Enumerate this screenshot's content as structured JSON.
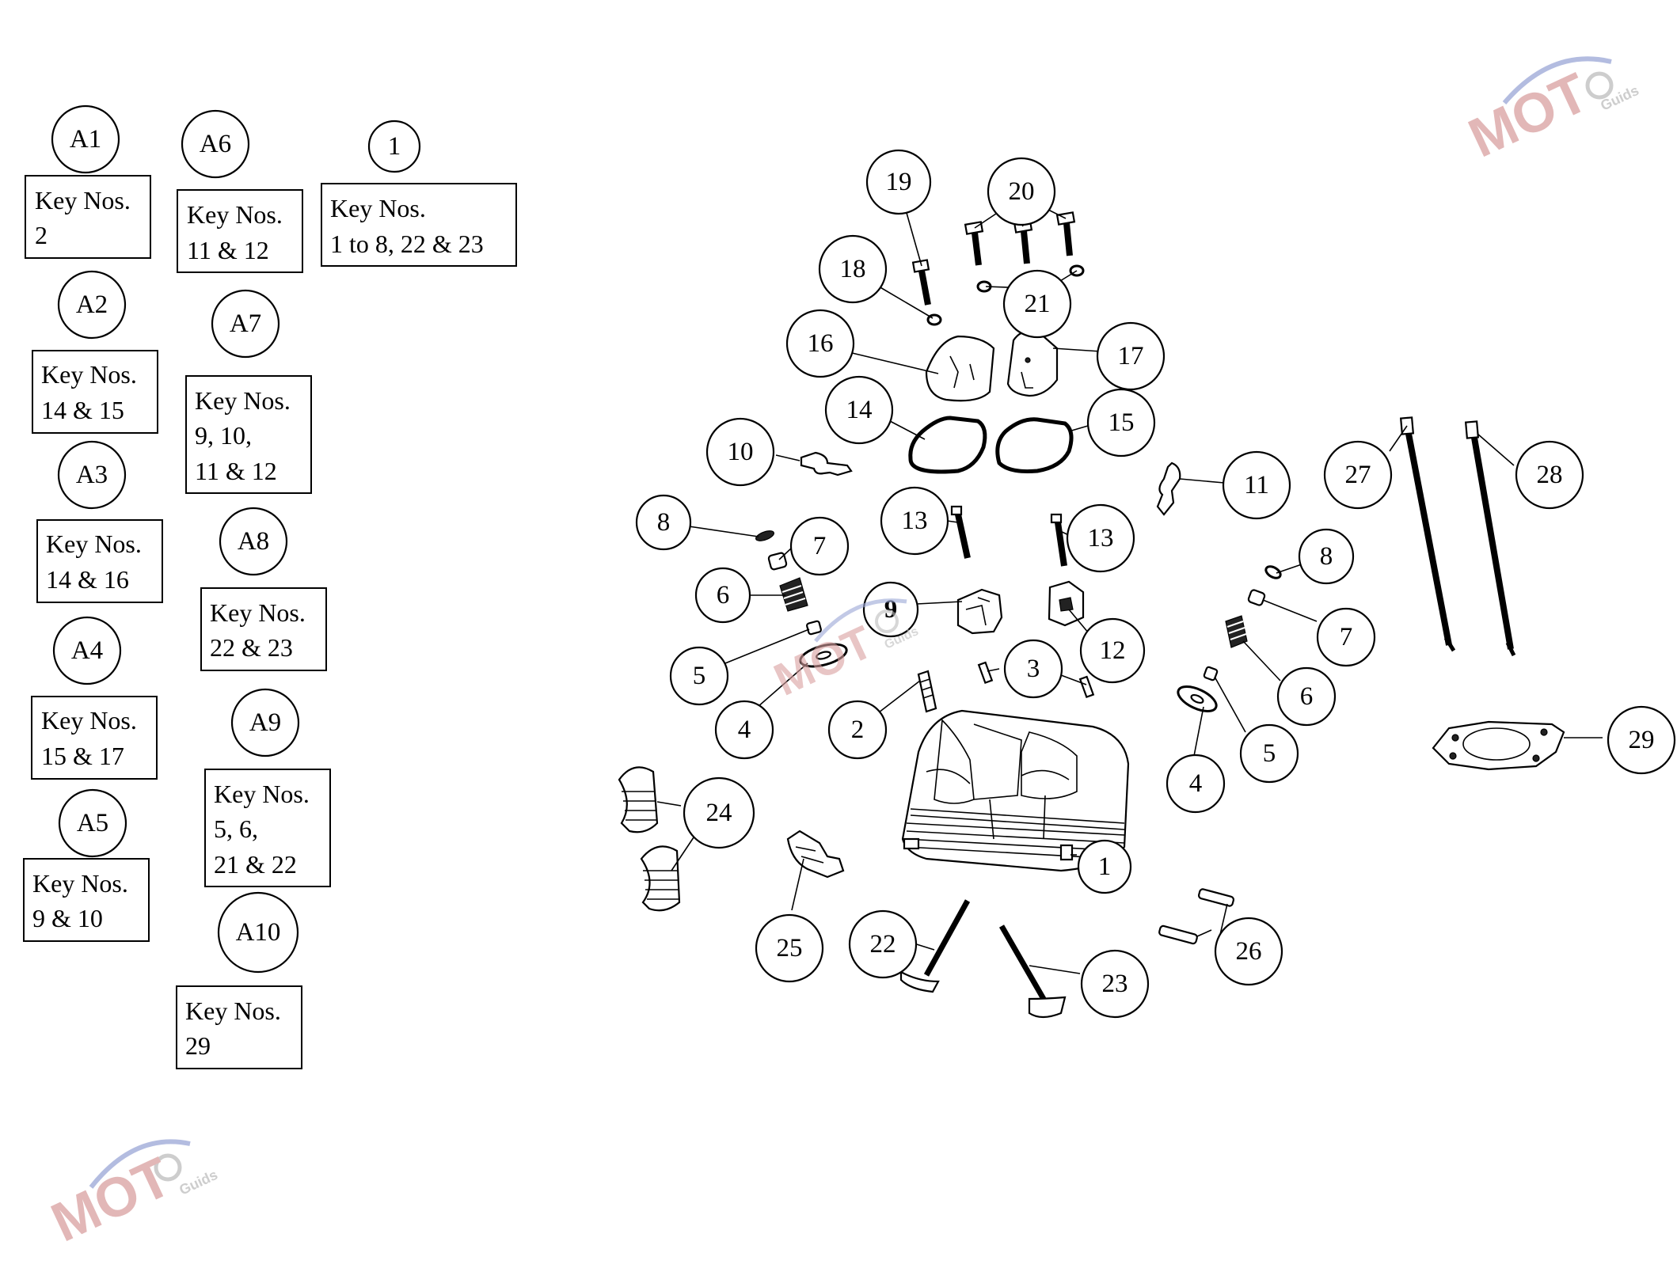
{
  "assemblies": [
    {
      "id": "A1",
      "label": "A1",
      "keys_line1": "Key Nos.",
      "keys_line2": "2",
      "keys_line3": ""
    },
    {
      "id": "A2",
      "label": "A2",
      "keys_line1": "Key Nos.",
      "keys_line2": "14 & 15",
      "keys_line3": ""
    },
    {
      "id": "A3",
      "label": "A3",
      "keys_line1": "Key Nos.",
      "keys_line2": "14 & 16",
      "keys_line3": ""
    },
    {
      "id": "A4",
      "label": "A4",
      "keys_line1": "Key Nos.",
      "keys_line2": "15 & 17",
      "keys_line3": ""
    },
    {
      "id": "A5",
      "label": "A5",
      "keys_line1": "Key Nos.",
      "keys_line2": "9 & 10",
      "keys_line3": ""
    },
    {
      "id": "A6",
      "label": "A6",
      "keys_line1": "Key Nos.",
      "keys_line2": "11 & 12",
      "keys_line3": ""
    },
    {
      "id": "A7",
      "label": "A7",
      "keys_line1": "Key Nos.",
      "keys_line2": "9, 10,",
      "keys_line3": "11 & 12"
    },
    {
      "id": "A8",
      "label": "A8",
      "keys_line1": "Key Nos.",
      "keys_line2": "22 & 23",
      "keys_line3": ""
    },
    {
      "id": "A9",
      "label": "A9",
      "keys_line1": "Key Nos.",
      "keys_line2": "5, 6,",
      "keys_line3": "21 & 22"
    },
    {
      "id": "A10",
      "label": "A10",
      "keys_line1": "Key Nos.",
      "keys_line2": "29",
      "keys_line3": ""
    },
    {
      "id": "K1",
      "label": "1",
      "keys_line1": "Key Nos.",
      "keys_line2": "1 to 8, 22 & 23",
      "keys_line3": ""
    }
  ],
  "callouts": {
    "c1": "1",
    "c2": "2",
    "c3": "3",
    "c4a": "4",
    "c4b": "4",
    "c5a": "5",
    "c5b": "5",
    "c6a": "6",
    "c6b": "6",
    "c7a": "7",
    "c7b": "7",
    "c8a": "8",
    "c8b": "8",
    "c9": "9",
    "c10": "10",
    "c11": "11",
    "c12": "12",
    "c13a": "13",
    "c13b": "13",
    "c14": "14",
    "c15": "15",
    "c16": "16",
    "c17": "17",
    "c18": "18",
    "c19": "19",
    "c20": "20",
    "c21": "21",
    "c22": "22",
    "c23": "23",
    "c24": "24",
    "c25": "25",
    "c26": "26",
    "c27": "27",
    "c28": "28",
    "c29": "29"
  },
  "watermark": {
    "brand": "MOT",
    "sub": "Guids"
  },
  "colors": {
    "line": "#000000",
    "watermark_red": "#d9a0a0",
    "watermark_blue": "#9aa6d6",
    "watermark_grey": "#bdbdbd"
  }
}
